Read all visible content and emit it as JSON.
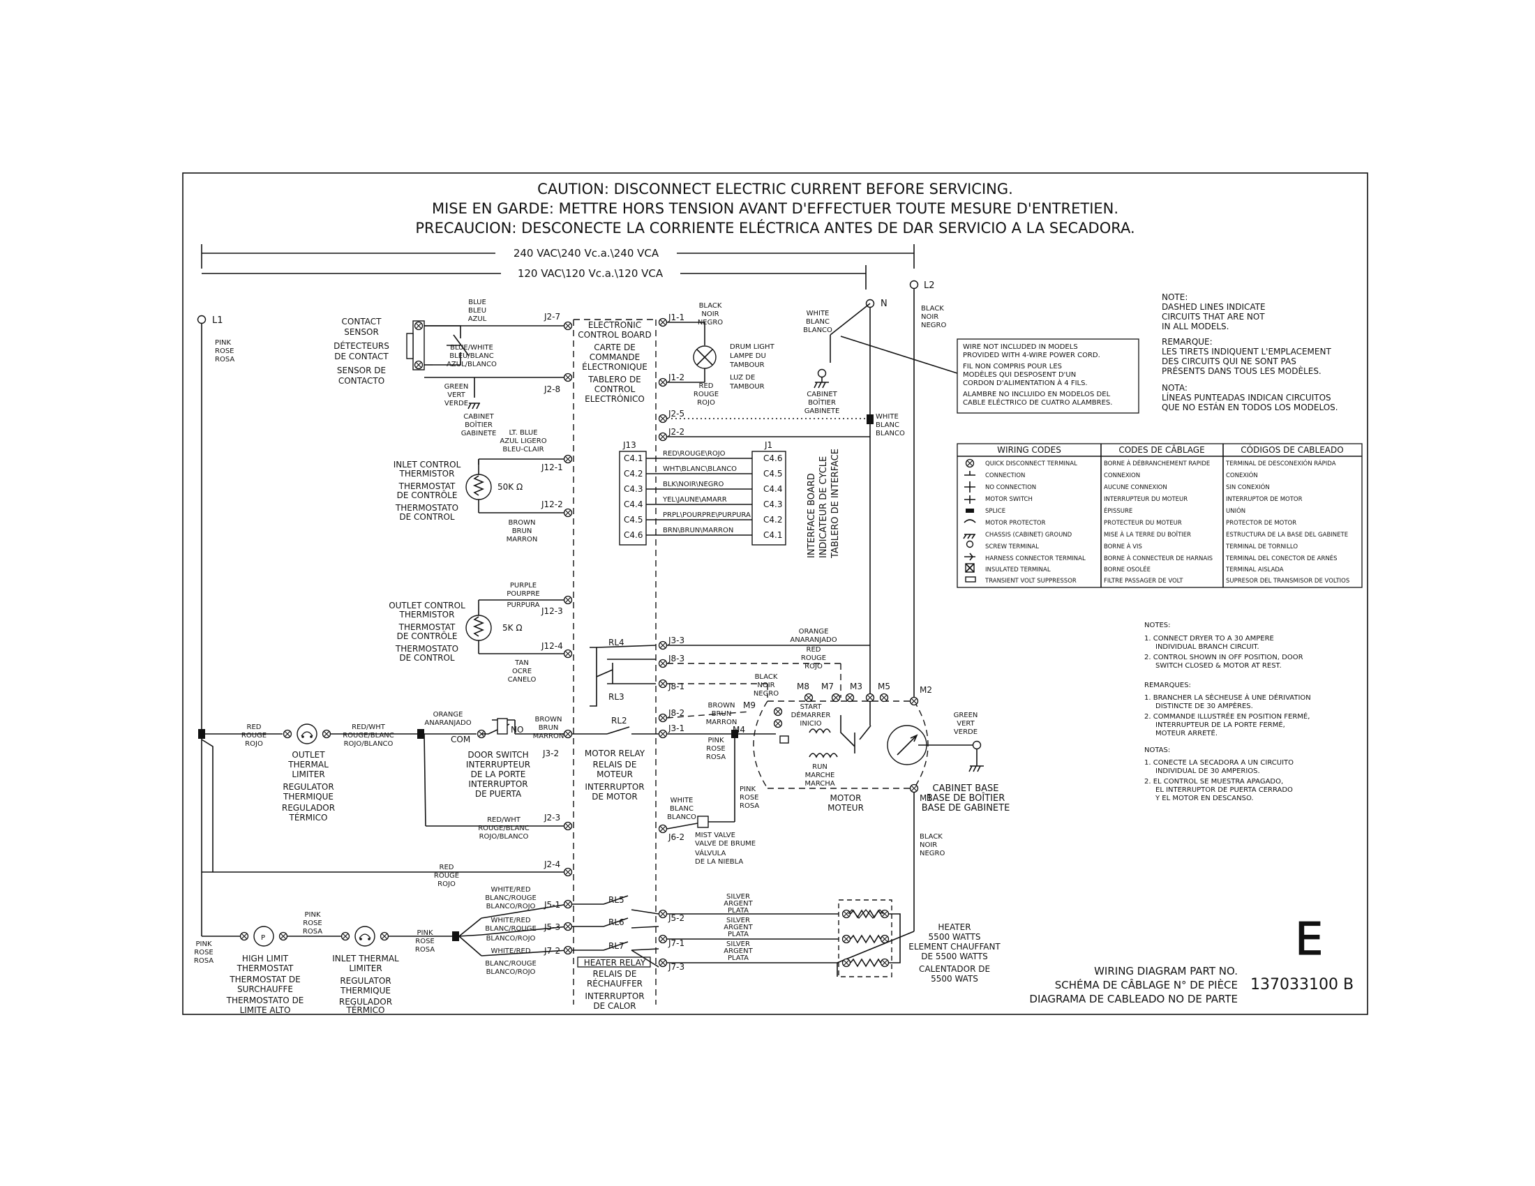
{
  "caution": {
    "en": "CAUTION: DISCONNECT ELECTRIC CURRENT BEFORE SERVICING.",
    "fr": "MISE EN GARDE: METTRE HORS TENSION AVANT D'EFFECTUER TOUTE MESURE D'ENTRETIEN.",
    "es": "PRECAUCION: DESCONECTE LA CORRIENTE ELÉCTRICA ANTES DE DAR SERVICIO A LA SECADORA."
  },
  "voltage": {
    "v240": "240 VAC\\240 Vc.a.\\240 VCA",
    "v120": "120 VAC\\120 Vc.a.\\120 VCA"
  },
  "lines": {
    "l1": "L1",
    "l2": "L2",
    "n": "N"
  },
  "wire_labels": {
    "l1_pink": [
      "PINK",
      "ROSE",
      "ROSA"
    ],
    "blue": [
      "BLUE",
      "BLEU",
      "AZUL"
    ],
    "blue_white": [
      "BLUE/WHITE",
      "BLEU/BLANC",
      "AZUL/BLANCO"
    ],
    "green": [
      "GREEN",
      "VERT",
      "VERDE"
    ],
    "black_top": [
      "BLACK",
      "NOIR",
      "NEGRO"
    ],
    "red_drum": [
      "RED",
      "ROUGE",
      "ROJO"
    ],
    "white_n": [
      "WHITE",
      "BLANC",
      "BLANCO"
    ],
    "black_l2": [
      "BLACK",
      "NOIR",
      "NEGRO"
    ],
    "white_j2": [
      "WHITE",
      "BLANC",
      "BLANCO"
    ],
    "lt_blue": [
      "LT. BLUE",
      "AZUL LIGERO",
      "BLEU-CLAIR"
    ],
    "brown_inlet": [
      "BROWN",
      "BRUN",
      "MARRON"
    ],
    "purple": [
      "PURPLE",
      "POURPRE",
      "PURPURA"
    ],
    "tan": [
      "TAN",
      "OCRE",
      "CANELO"
    ],
    "orange_j33": [
      "ORANGE",
      "ANARANJADO"
    ],
    "red_j83": [
      "RED",
      "ROUGE",
      "ROJO"
    ],
    "black_j81": [
      "BLACK",
      "NOIR",
      "NEGRO"
    ],
    "brown_j82": [
      "BROWN",
      "BRUN",
      "MARRON"
    ],
    "pink_j31": [
      "PINK",
      "ROSE",
      "ROSA"
    ],
    "pink_mist": [
      "PINK",
      "ROSE",
      "ROSA"
    ],
    "white_mist": [
      "WHITE",
      "BLANC",
      "BLANCO"
    ],
    "green_cab": [
      "GREEN",
      "VERT",
      "VERDE"
    ],
    "black_m1": [
      "BLACK",
      "NOIR",
      "NEGRO"
    ],
    "red_l1": [
      "RED",
      "ROUGE",
      "ROJO"
    ],
    "red_wht": [
      "RED/WHT",
      "ROUGE/BLANC",
      "ROJO/BLANCO"
    ],
    "orange_door": [
      "ORANGE",
      "ANARANJADO"
    ],
    "brown_door": [
      "BROWN",
      "BRUN",
      "MARRON"
    ],
    "red_wht_j23": [
      "RED/WHT",
      "ROUGE/BLANC",
      "ROJO/BLANCO"
    ],
    "red_j24": [
      "RED",
      "ROUGE",
      "ROJO"
    ],
    "pink_hl": [
      "PINK",
      "ROSE",
      "ROSA"
    ],
    "pink_it": [
      "PINK",
      "ROSE",
      "ROSA"
    ],
    "pink_bot": [
      "PINK",
      "ROSE",
      "ROSA"
    ],
    "white_red_j51": [
      "WHITE/RED",
      "BLANC/ROUGE",
      "BLANCO/ROJO"
    ],
    "white_red_j53": [
      "WHITE/RED",
      "BLANC/ROUGE",
      "BLANCO/ROJO"
    ],
    "white_red_j72": [
      "WHITE/RED",
      "BLANC/ROUGE",
      "BLANCO/ROJO"
    ],
    "silver1": [
      "SILVER",
      "ARGENT",
      "PLATA"
    ],
    "silver2": [
      "SILVER",
      "ARGENT",
      "PLATA"
    ],
    "silver3": [
      "SILVER",
      "ARGENT",
      "PLATA"
    ]
  },
  "components": {
    "contact_sensor": [
      "CONTACT",
      "SENSOR",
      "DÉTECTEURS",
      "DE CONTACT",
      "SENSOR DE",
      "CONTACTO"
    ],
    "cabinet_left": [
      "CABINET",
      "BOÎTIER",
      "GABINETE"
    ],
    "board": [
      "ELECTRONIC",
      "CONTROL BOARD",
      "CARTE DE",
      "COMMANDE",
      "ÉLECTRONIQUE",
      "TABLERO DE",
      "CONTROL",
      "ELECTRÓNICO"
    ],
    "drum_light": [
      "DRUM LIGHT",
      "LAMPE DU",
      "TAMBOUR",
      "LUZ DE",
      "TAMBOUR"
    ],
    "cabinet_top": [
      "CABINET",
      "BOÎTIER",
      "GABINETE"
    ],
    "inlet_thermistor": [
      "INLET CONTROL",
      "THERMISTOR",
      "THERMOSTAT",
      "DE CONTRÔLE",
      "THERMOSTATO",
      "DE CONTROL"
    ],
    "inlet_ohm": "50K Ω",
    "outlet_thermistor": [
      "OUTLET CONTROL",
      "THERMISTOR",
      "THERMOSTAT",
      "DE CONTRÔLE",
      "THERMOSTATO",
      "DE CONTROL"
    ],
    "outlet_ohm": "5K Ω",
    "interface_board": [
      "INTERFACE BOARD",
      "INDICATEUR DE CYCLE",
      "TABLERO DE INTERFACE"
    ],
    "outlet_limiter": [
      "OUTLET",
      "THERMAL",
      "LIMITER",
      "REGULATOR",
      "THERMIQUE",
      "REGULADOR",
      "TÉRMICO"
    ],
    "door_switch": [
      "DOOR SWITCH",
      "INTERRUPTEUR",
      "DE LA PORTE",
      "INTERRUPTOR",
      "DE PUERTA"
    ],
    "motor_relay": [
      "MOTOR RELAY",
      "RELAIS DE",
      "MOTEUR",
      "INTERRUPTOR",
      "DE MOTOR"
    ],
    "start": [
      "START",
      "DÉMARRER",
      "INICIO"
    ],
    "run": [
      "RUN",
      "MARCHE",
      "MARCHA"
    ],
    "motor": [
      "MOTOR",
      "MOTEUR"
    ],
    "mist_valve": [
      "MIST VALVE",
      "VALVE DE BRUME",
      "VÁLVULA",
      "DE LA NIEBLA"
    ],
    "cabinet_base": [
      "CABINET BASE",
      "BASE DE BOÎTIER",
      "BASE DE GABINETE"
    ],
    "high_limit": [
      "HIGH LIMIT",
      "THERMOSTAT",
      "THERMOSTAT DE",
      "SURCHAUFFE",
      "THERMOSTATO DE",
      "LIMITE ALTO"
    ],
    "inlet_limiter": [
      "INLET THERMAL",
      "LIMITER",
      "REGULATOR",
      "THERMIQUE",
      "REGULADOR",
      "TÉRMICO"
    ],
    "heater_relay": [
      "HEATER RELAY",
      "RELAIS DE",
      "RÉCHAUFFER",
      "INTERRUPTOR",
      "DE CALOR"
    ],
    "heater": [
      "HEATER",
      "5500 WATTS",
      "ELEMENT CHAUFFANT",
      "DE 5500 WATTS",
      "CALENTADOR DE",
      "5500 WATS"
    ]
  },
  "terminals": {
    "j27": "J2-7",
    "j28": "J2-8",
    "j11": "J1-1",
    "j12": "J1-2",
    "j25": "J2-5",
    "j22": "J2-2",
    "j121": "J12-1",
    "j122": "J12-2",
    "j123": "J12-3",
    "j124": "J12-4",
    "j33": "J3-3",
    "j83": "J8-3",
    "j81": "J8-1",
    "j82": "J8-2",
    "j32": "J3-2",
    "j31": "J3-1",
    "j62": "J6-2",
    "j23": "J2-3",
    "j24": "J2-4",
    "j51": "J5-1",
    "j53": "J5-3",
    "j72": "J7-2",
    "j52": "J5-2",
    "j71": "J7-1",
    "j73": "J7-3",
    "j13": "J13",
    "j1": "J1",
    "m1": "M1",
    "m2": "M2",
    "m3": "M3",
    "m4": "M4",
    "m5": "M5",
    "m7": "M7",
    "m8": "M8",
    "m9": "M9",
    "no": "NO",
    "com": "COM"
  },
  "relays": {
    "rl2": "RL2",
    "rl3": "RL3",
    "rl4": "RL4",
    "rl5": "RL5",
    "rl6": "RL6",
    "rl7": "RL7"
  },
  "connector": {
    "left": [
      "C4.1",
      "C4.2",
      "C4.3",
      "C4.4",
      "C4.5",
      "C4.6"
    ],
    "wires": [
      "RED\\ROUGE\\ROJO",
      "WHT\\BLANC\\BLANCO",
      "BLK\\NOIR\\NEGRO",
      "YEL\\JAUNE\\AMARR",
      "PRPL\\POURPRE\\PURPURA",
      "BRN\\BRUN\\MARRON"
    ],
    "right": [
      "C4.6",
      "C4.5",
      "C4.4",
      "C4.3",
      "C4.2",
      "C4.1"
    ]
  },
  "note_top": [
    "NOTE:",
    "DASHED LINES INDICATE",
    "CIRCUITS THAT ARE NOT",
    "IN ALL MODELS.",
    "REMARQUE:",
    "LES TIRETS INDIQUENT L'EMPLACEMENT",
    "DES CIRCUITS QUI NE SONT PAS",
    "PRÉSENTS DANS TOUS LES MODÈLES.",
    "NOTA:",
    "LÍNEAS PUNTEADAS INDICAN CIRCUITOS",
    "QUE NO ESTÁN EN TODOS LOS MODELOS."
  ],
  "wire_note": [
    "WIRE NOT INCLUDED IN MODELS",
    "PROVIDED WITH 4-WIRE POWER CORD.",
    "FIL NON COMPRIS POUR LES",
    "MODÈLES QUI DESPOSENT D'UN",
    "CORDON D'ALIMENTATION À 4 FILS.",
    "ALAMBRE NO INCLUIDO EN MODELOS DEL",
    "CABLE ELÉCTRICO DE CUATRO ALAMBRES."
  ],
  "wiring_codes": {
    "headers": [
      "WIRING CODES",
      "CODES DE CÂBLAGE",
      "CÓDIGOS DE CABLEADO"
    ],
    "rows": [
      [
        "QUICK DISCONNECT TERMINAL",
        "BORNE À DÉBRANCHEMENT RAPIDE",
        "TERMINAL DE DESCONEXIÓN RÁPIDA"
      ],
      [
        "CONNECTION",
        "CONNEXION",
        "CONEXIÓN"
      ],
      [
        "NO CONNECTION",
        "AUCUNE CONNEXION",
        "SIN CONEXIÓN"
      ],
      [
        "MOTOR SWITCH",
        "INTERRUPTEUR DU MOTEUR",
        "INTERRUPTOR DE MOTOR"
      ],
      [
        "SPLICE",
        "ÉPISSURE",
        "UNIÓN"
      ],
      [
        "MOTOR PROTECTOR",
        "PROTECTEUR DU MOTEUR",
        "PROTECTOR DE MOTOR"
      ],
      [
        "CHASSIS (CABINET) GROUND",
        "MISE À LA TERRE DU BOÎTIER",
        "ESTRUCTURA DE LA BASE DEL GABINETE"
      ],
      [
        "SCREW TERMINAL",
        "BORNE À VIS",
        "TERMINAL DE TORNILLO"
      ],
      [
        "HARNESS CONNECTOR TERMINAL",
        "BORNE À CONNECTEUR DE HARNAIS",
        "TERMINAL DEL CONECTOR DE ARNÉS"
      ],
      [
        "INSULATED TERMINAL",
        "BORNE OSOLÉE",
        "TERMINAL AISLADA"
      ],
      [
        "TRANSIENT VOLT SUPPRESSOR",
        "FILTRE PASSAGER DE VOLT",
        "SUPRESOR DEL TRANSMISOR DE VOLTIOS"
      ]
    ]
  },
  "notes_list": [
    "NOTES:",
    "1. CONNECT DRYER TO A 30 AMPERE",
    "INDIVIDUAL BRANCH CIRCUIT.",
    "2. CONTROL SHOWN IN OFF POSITION, DOOR",
    "SWITCH CLOSED & MOTOR AT REST.",
    "REMARQUES:",
    "1. BRANCHER LA SÈCHEUSE À UNE DÉRIVATION",
    "DISTINCTE DE 30 AMPÈRES.",
    "2. COMMANDE ILLUSTRÉE EN POSITION FERMÉ,",
    "INTERRUPTEUR DE LA PORTE FERMÉ,",
    "MOTEUR ARRETÉ.",
    "NOTAS:",
    "1. CONECTE LA SECADORA A UN CIRCUITO",
    "INDIVIDUAL DE 30 AMPERIOS.",
    "2. EL CONTROL SE MUESTRA APAGADO,",
    "EL INTERRUPTOR DE PUERTA CERRADO",
    "Y EL MOTOR EN DESCANSO."
  ],
  "footer": {
    "letter": "E",
    "part_lines": [
      "WIRING DIAGRAM PART NO.",
      "SCHÉMA DE CÂBLAGE N° DE PIÈCE",
      "DIAGRAMA DE CABLEADO NO DE PARTE"
    ],
    "part_no": "137033100 B"
  }
}
